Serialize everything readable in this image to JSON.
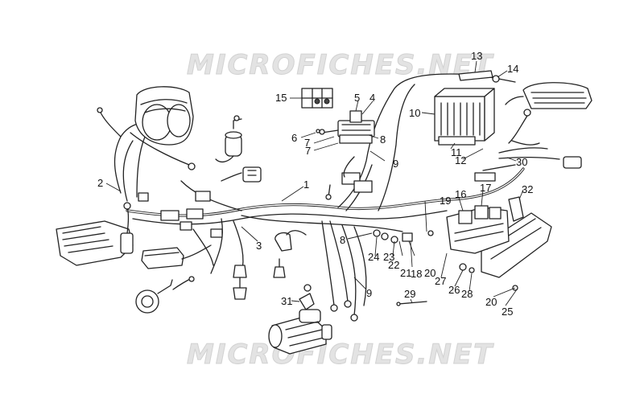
{
  "watermark": {
    "top": "MICROFICHES.NET",
    "bottom": "MICROFICHES.NET"
  },
  "callouts": {
    "c1": "1",
    "c2": "2",
    "c3": "3",
    "c4": "4",
    "c5": "5",
    "c6": "6",
    "c7a": "7",
    "c7b": "7",
    "c8a": "8",
    "c8b": "8",
    "c9a": "9",
    "c9b": "9",
    "c10": "10",
    "c11": "11",
    "c12": "12",
    "c13": "13",
    "c14": "14",
    "c15": "15",
    "c16": "16",
    "c17": "17",
    "c18": "18",
    "c19": "19",
    "c20a": "20",
    "c20b": "20",
    "c21": "21",
    "c22": "22",
    "c23": "23",
    "c24": "24",
    "c25": "25",
    "c26": "26",
    "c27": "27",
    "c28": "28",
    "c29": "29",
    "c30": "30",
    "c31": "31",
    "c32": "32"
  }
}
